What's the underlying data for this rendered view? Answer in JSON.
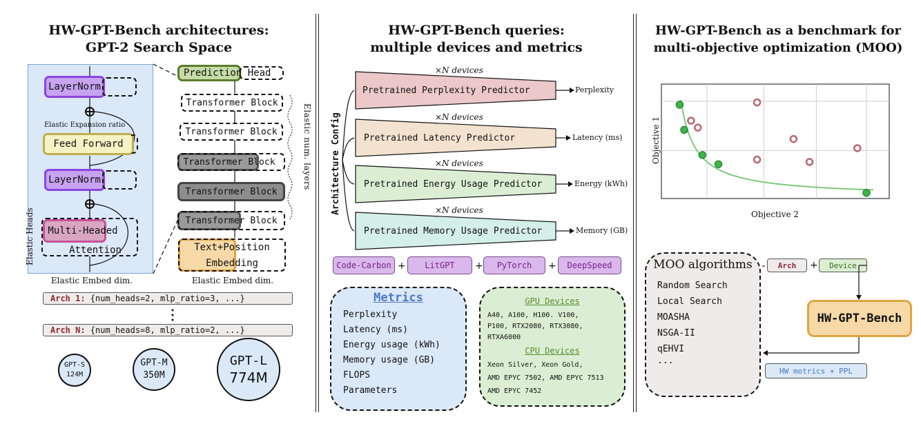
{
  "panel1": {
    "title_line1": "HW-GPT-Bench architectures:",
    "title_line2": "GPT-2 Search Space",
    "layernorm_top": "LayerNorm",
    "expansion_label": "Elastic Expansion ratio",
    "feed_forward": "Feed Forward",
    "layernorm_bottom": "LayerNorm",
    "mha_line1": "Multi-Headed",
    "mha_line2": "Attention",
    "elastic_heads": "Elastic Heads",
    "embed_left": "Elastic Embed dim.",
    "prediction_head": "Prediction Head",
    "transformer_block": "Transformer Block",
    "text_pos_line1": "Text+Position",
    "text_pos_line2": "Embedding",
    "embed_right": "Elastic Embed dim.",
    "elastic_layers": "Elastic num. layers",
    "arch1_label": "Arch 1:",
    "arch1_value": " {num_heads=2, mlp_ratio=3, ...}",
    "archn_label": "Arch N:",
    "archn_value": " {num_heads=8, mlp_ratio=2, ...}",
    "gpt_s_name": "GPT-S",
    "gpt_s_size": "124M",
    "gpt_m_name": "GPT-M",
    "gpt_m_size": "350M",
    "gpt_l_name": "GPT-L",
    "gpt_l_size": "774M"
  },
  "panel2": {
    "title_line1": "HW-GPT-Bench queries:",
    "title_line2": "multiple devices and metrics",
    "arch_config": "Architecture Config",
    "times_devices": "×N devices",
    "predictors": [
      {
        "label": "Pretrained Perplexity Predictor",
        "output": "Perplexity",
        "color": "#ecc8c8"
      },
      {
        "label": "Pretrained Latency Predictor",
        "output": "Latency (ms)",
        "color": "#f3e2cf"
      },
      {
        "label": "Pretrained Energy Usage Predictor",
        "output": "Energy (kWh)",
        "color": "#dbeed3"
      },
      {
        "label": "Pretrained Memory Usage Predictor",
        "output": "Memory (GB)",
        "color": "#d4eee9"
      }
    ],
    "tools": [
      "Code-Carbon",
      "LitGPT",
      "PyTorch",
      "DeepSpeed"
    ],
    "plus": "+",
    "metrics_title": "Metrics",
    "metrics": [
      "Perplexity",
      "Latency (ms)",
      "Energy usage (kWh)",
      "Memory usage (GB)",
      "FLOPS",
      "Parameters"
    ],
    "gpu_title": "GPU Devices",
    "gpu_lines": [
      "A40, A100, H100. V100,",
      "P100, RTX2080, RTX3080,",
      "RTXA6000"
    ],
    "cpu_title": "CPU Devices",
    "cpu_lines": [
      "Xeon Silver, Xeon Gold,",
      "AMD EPYC 7502, AMD EPYC 7513",
      "AMD EPYC 7452"
    ]
  },
  "panel3": {
    "title_line1": "HW-GPT-Bench as a benchmark for",
    "title_line2": "multi-objective optimization (MOO)",
    "ylabel": "Objective 1",
    "xlabel": "Objective 2",
    "moo_title": "MOO algorithms",
    "algorithms": [
      "Random Search",
      "Local Search",
      "MOASHA",
      "NSGA-II",
      "qEHVI",
      "..."
    ],
    "arch_tag": "Arch",
    "device_tag": "Device",
    "plus": "+",
    "bench_label": "HW-GPT-Bench",
    "hw_metrics": "HW metrics + PPL"
  },
  "colors": {
    "purple": "#b48fe0",
    "purple_border": "#7a3fd0",
    "yellow": "#f7f2c4",
    "yellow_border": "#b9a640",
    "pink": "#d9a6c0",
    "pink_border": "#c0488f",
    "green_head": "#c6dca8",
    "green_head_border": "#5a7d2a",
    "grey": "#8d8d8d",
    "orange": "#f6d9a6",
    "orange_border": "#e0a442",
    "blue_panel": "#dbe8f7",
    "pareto_green": "#3fb54a",
    "dominated_red": "#b86670"
  },
  "chart_data": {
    "type": "scatter",
    "title": "",
    "xlabel": "Objective 2",
    "ylabel": "Objective 1",
    "series": [
      {
        "name": "",
        "points": [
          [
            0.08,
            0.82
          ],
          [
            0.1,
            0.6
          ],
          [
            0.18,
            0.38
          ],
          [
            0.25,
            0.3
          ],
          [
            0.9,
            0.05
          ]
        ]
      },
      {
        "name": "",
        "points": [
          [
            0.13,
            0.68
          ],
          [
            0.16,
            0.62
          ],
          [
            0.42,
            0.84
          ],
          [
            0.42,
            0.34
          ],
          [
            0.58,
            0.52
          ],
          [
            0.65,
            0.32
          ],
          [
            0.86,
            0.44
          ]
        ]
      }
    ],
    "curve": "pareto-front",
    "grid": true
  }
}
